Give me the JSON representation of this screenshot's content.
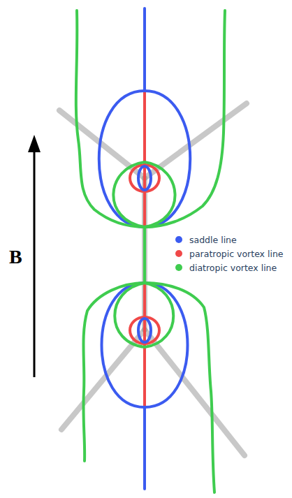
{
  "diagram": {
    "labels": [
      "B"
    ],
    "legend": [
      {
        "text": "saddle line",
        "color": "#3b5bf0"
      },
      {
        "text": "paratropic vortex line",
        "color": "#f04848"
      },
      {
        "text": "diatropic vortex line",
        "color": "#3fcc4f"
      }
    ]
  }
}
